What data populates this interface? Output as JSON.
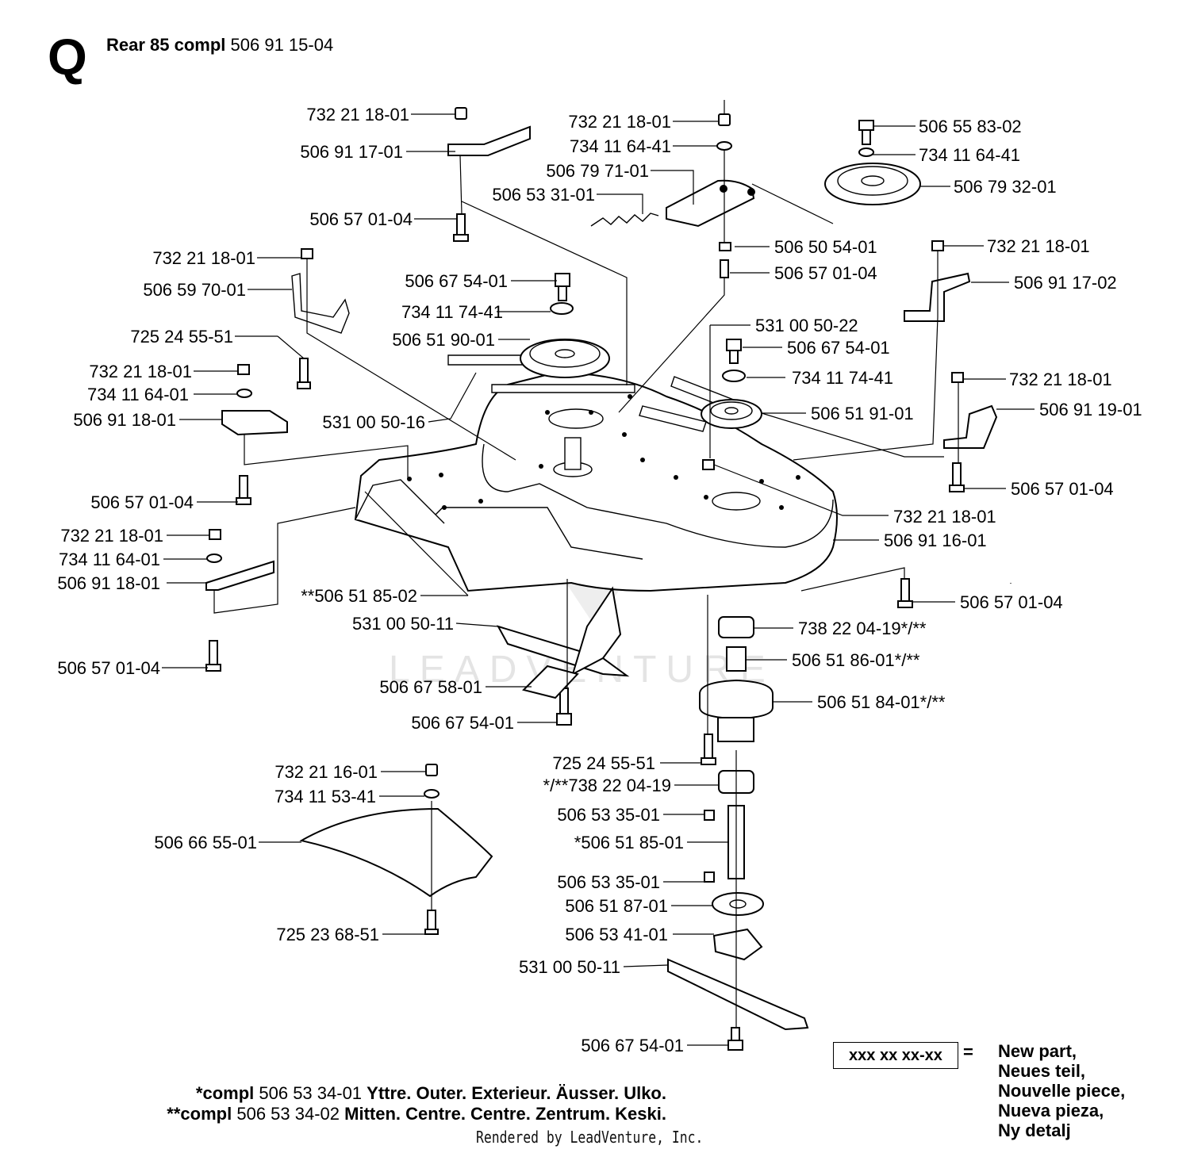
{
  "header": {
    "section_letter": "Q",
    "title_bold": "Rear 85  compl",
    "title_part": "506 91 15-04"
  },
  "labels": [
    "732 21 18-01",
    "506 91 17-01",
    "506 57 01-04",
    "732 21 18-01",
    "734 11 64-41",
    "506 79 71-01",
    "506 53 31-01",
    "506 55 83-02",
    "734 11 64-41",
    "506 79 32-01",
    "732 21 18-01",
    "506 59 70-01",
    "725 24 55-51",
    "506 67 54-01",
    "734 11 74-41",
    "506 51 90-01",
    "506 50 54-01",
    "506 57 01-04",
    "732 21 18-01",
    "506 91 17-02",
    "531 00 50-22",
    "506 67 54-01",
    "734 11 74-41",
    "732 21 18-01",
    "734 11 64-01",
    "506 91 18-01",
    "531 00 50-16",
    "506 51 91-01",
    "732 21 18-01",
    "506 91 19-01",
    "506 57 01-04",
    "506 57 01-04",
    "732 21 18-01",
    "506 91 16-01",
    "732 21 18-01",
    "734 11 64-01",
    "506 91 18-01",
    "**506 51 85-02",
    "506 57 01-04",
    "738 22 04-19*/**",
    "531 00 50-11",
    "506 51 86-01*/**",
    "506 57 01-04",
    "506 67 58-01",
    "506 51 84-01*/**",
    "506 67 54-01",
    "725 24 55-51",
    "732 21 16-01",
    "*/**738 22 04-19",
    "734 11 53-41",
    "506 53 35-01",
    "506 66 55-01",
    "*506 51 85-01",
    "506 53 35-01",
    "506 51 87-01",
    "725 23 68-51",
    "506 53 41-01",
    "531 00 50-11",
    "506 67 54-01"
  ],
  "watermark": "LEADVENTURE",
  "footnotes": [
    {
      "marker": "*compl",
      "part": "506 53 34-01",
      "text": "Yttre. Outer. Exterieur. Äusser. Ulko."
    },
    {
      "marker": "**compl",
      "part": "506 53 34-02",
      "text": "Mitten. Centre. Centre. Zentrum. Keski."
    }
  ],
  "legend": {
    "box": "xxx xx xx-xx",
    "equals": "=",
    "items": [
      "New part,",
      "Neues teil,",
      "Nouvelle piece,",
      "Nueva pieza,",
      "Ny detalj"
    ]
  },
  "rendered_by": "Rendered by LeadVenture, Inc."
}
